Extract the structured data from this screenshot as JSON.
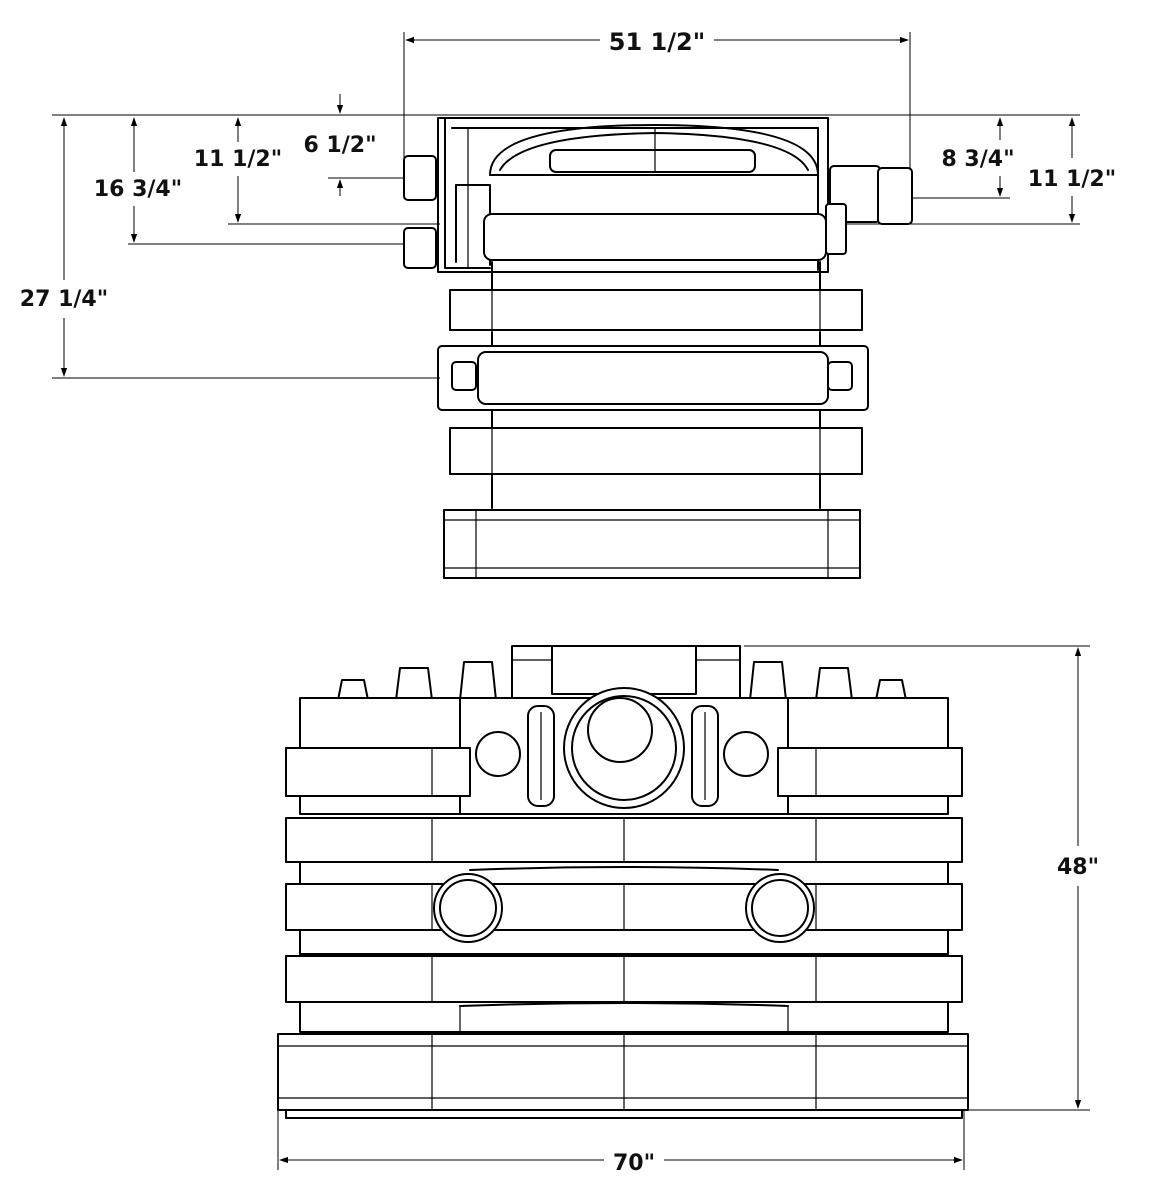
{
  "dimensions": {
    "top_width": "51 1/2\"",
    "d_6_5": "6 1/2\"",
    "d_11_5_left": "11 1/2\"",
    "d_16_75": "16 3/4\"",
    "d_27_25": "27 1/4\"",
    "d_8_75": "8 3/4\"",
    "d_11_5_right": "11 1/2\"",
    "height": "48\"",
    "bottom_width": "70\""
  },
  "colors": {
    "line": "#000000",
    "background": "#ffffff"
  }
}
